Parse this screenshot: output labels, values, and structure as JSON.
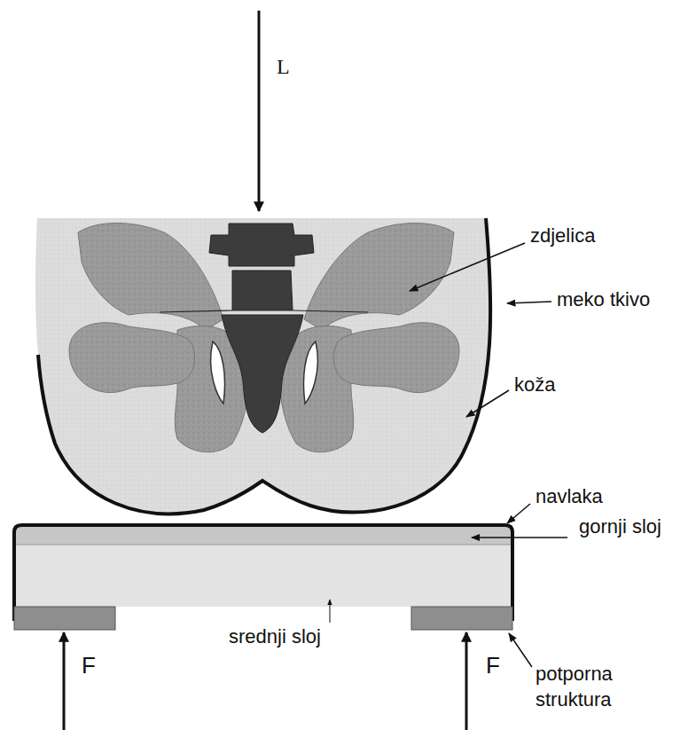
{
  "diagram": {
    "labels": [
      "L",
      "zdjelica",
      "meko tkivo",
      "koža",
      "navlaka",
      "gornji sloj",
      "srednji sloj",
      "F",
      "F",
      "potporna struktura"
    ]
  }
}
